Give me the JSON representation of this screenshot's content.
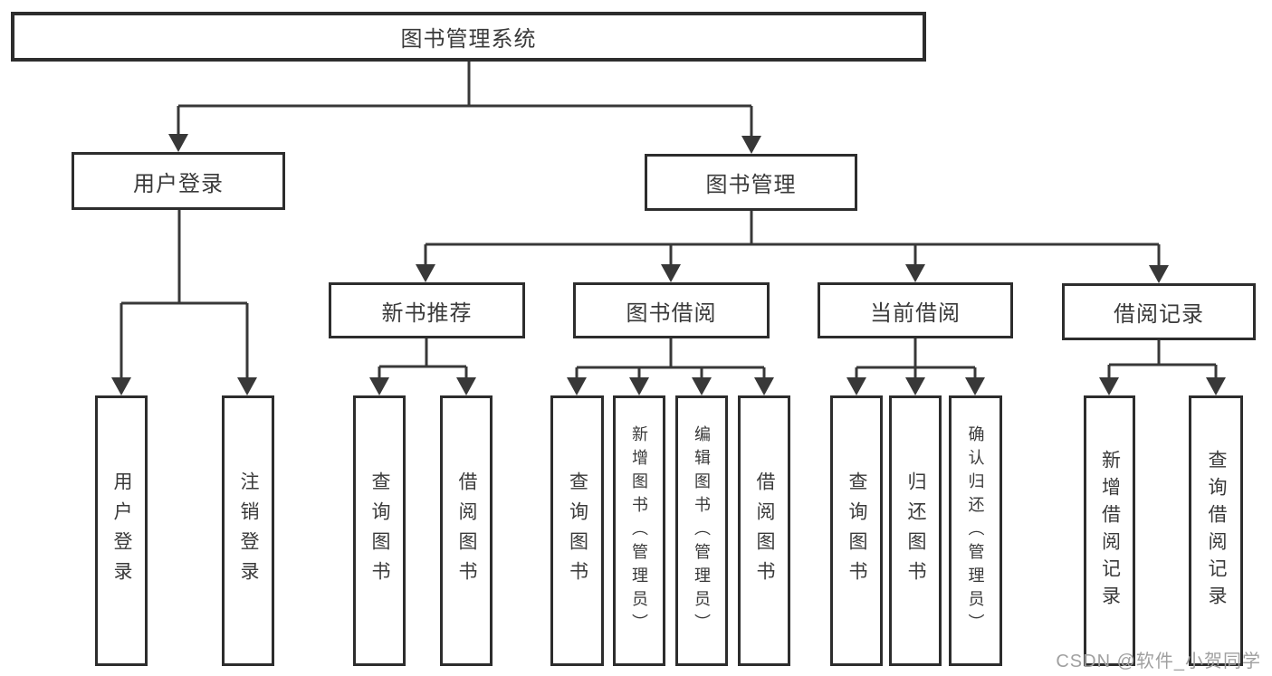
{
  "diagram": {
    "tree": {
      "label": "图书管理系统",
      "children": [
        {
          "label": "用户登录",
          "children": [
            {
              "label": "用户登录"
            },
            {
              "label": "注销登录"
            }
          ]
        },
        {
          "label": "图书管理",
          "children": [
            {
              "label": "新书推荐",
              "children": [
                {
                  "label": "查询图书"
                },
                {
                  "label": "借阅图书"
                }
              ]
            },
            {
              "label": "图书借阅",
              "children": [
                {
                  "label": "查询图书"
                },
                {
                  "label": "新增图书（管理员）"
                },
                {
                  "label": "编辑图书（管理员）"
                },
                {
                  "label": "借阅图书"
                }
              ]
            },
            {
              "label": "当前借阅",
              "children": [
                {
                  "label": "查询图书"
                },
                {
                  "label": "归还图书"
                },
                {
                  "label": "确认归还（管理员）"
                }
              ]
            },
            {
              "label": "借阅记录",
              "children": [
                {
                  "label": "新增借阅记录"
                },
                {
                  "label": "查询借阅记录"
                }
              ]
            }
          ]
        }
      ]
    },
    "colors": {
      "line": "#383838",
      "box_border": "#2d2d2d",
      "box_fill": "#ffffff",
      "text": "#3a3a3a",
      "background": "#ffffff",
      "watermark": "#a0a0a0"
    }
  },
  "watermark": {
    "text": "CSDN @软件_小贺同学"
  }
}
